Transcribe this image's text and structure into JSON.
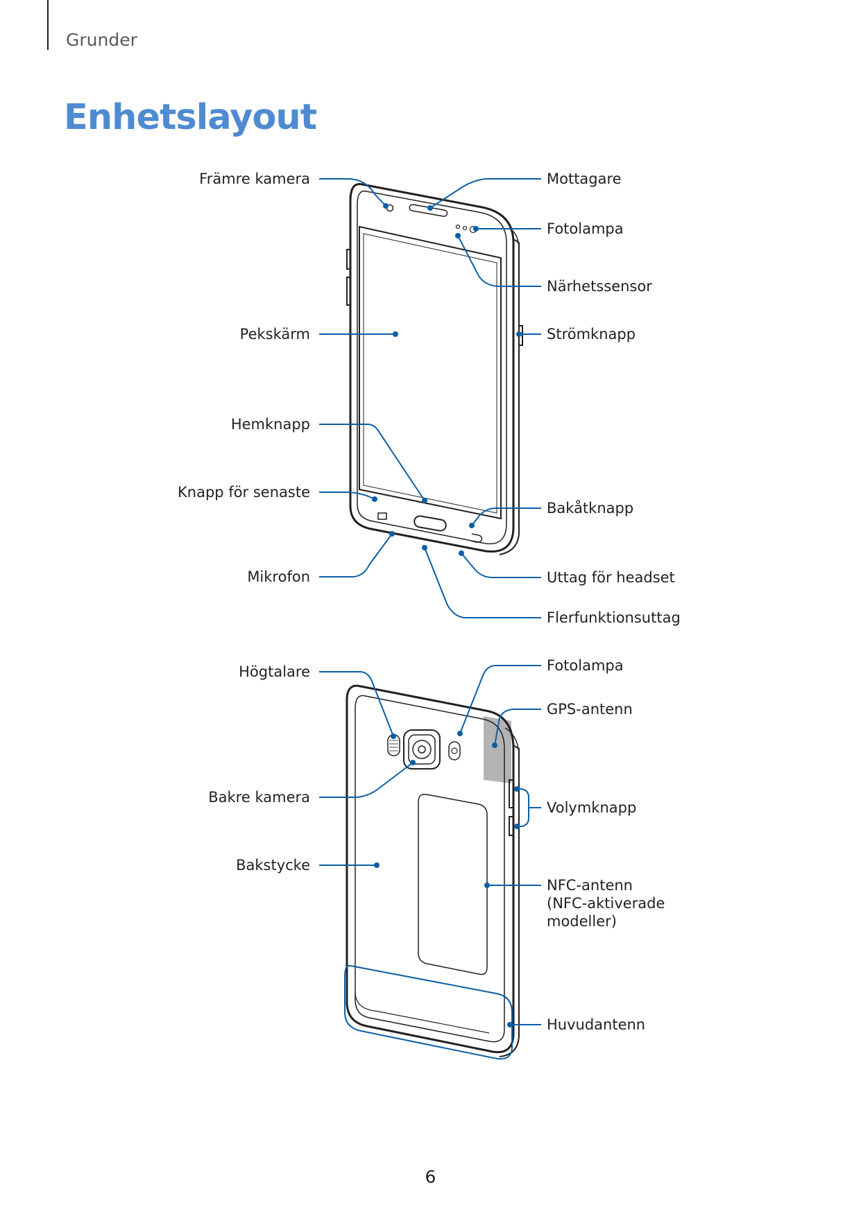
{
  "header": {
    "section": "Grunder",
    "title": "Enhetslayout"
  },
  "front": {
    "left_labels": [
      "Främre kamera",
      "Pekskärm",
      "Hemknapp",
      "Knapp för senaste",
      "Mikrofon"
    ],
    "right_labels": [
      "Mottagare",
      "Fotolampa",
      "Närhetssensor",
      "Strömknapp",
      "Bakåtknapp",
      "Uttag för headset",
      "Flerfunktionsuttag"
    ]
  },
  "back": {
    "left_labels": [
      "Högtalare",
      "Bakre kamera",
      "Bakstycke"
    ],
    "right_labels": [
      "Fotolampa",
      "GPS-antenn",
      "Volymknapp",
      "Huvudantenn"
    ],
    "nfc_lines": [
      "NFC-antenn",
      "(NFC-aktiverade",
      "modeller)"
    ]
  },
  "colors": {
    "title": "#4f8bd1",
    "callout": "#0a5ea8",
    "device": "#231f20",
    "antenna_zone": "#b3b3b3"
  },
  "footer": {
    "page_number": "6"
  }
}
